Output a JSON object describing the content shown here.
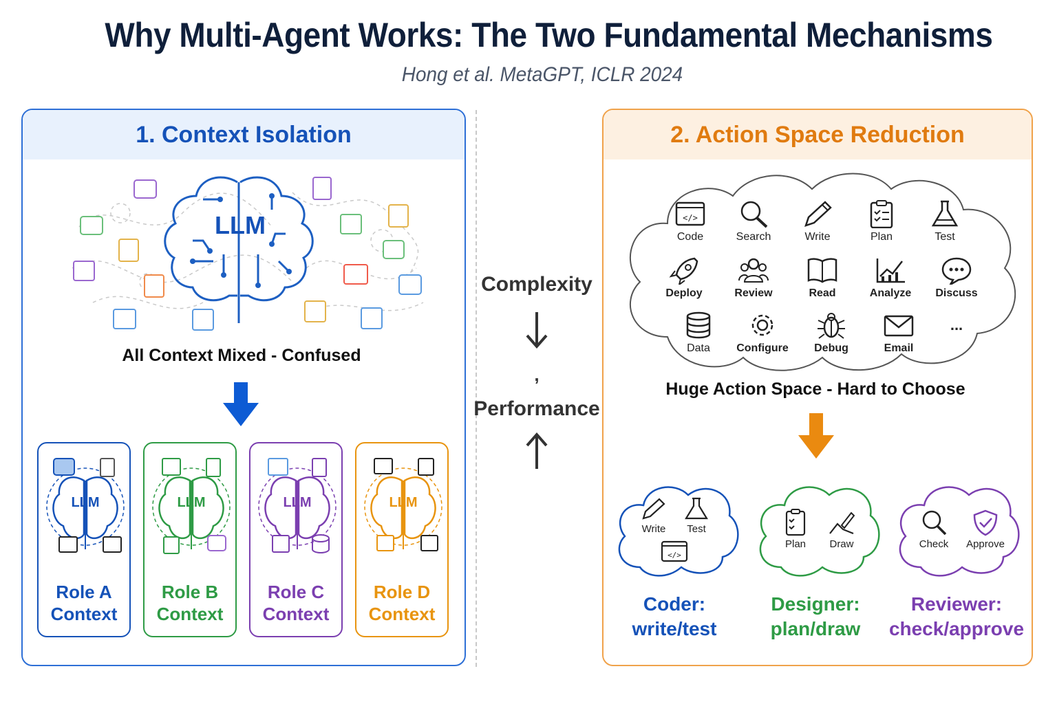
{
  "title": "Why Multi-Agent Works: The Two Fundamental Mechanisms",
  "subtitle": "Hong et al. MetaGPT, ICLR 2024",
  "left_panel": {
    "heading": "1. Context Isolation",
    "brain_label": "LLM",
    "caption": "All Context Mixed - Confused",
    "roles": [
      {
        "name": "Role A",
        "line2": "Context",
        "llm": "LLM",
        "color": "#1552b8"
      },
      {
        "name": "Role B",
        "line2": "Context",
        "llm": "LLM",
        "color": "#2e9b45"
      },
      {
        "name": "Role C",
        "line2": "Context",
        "llm": "LLM",
        "color": "#7b3fb0"
      },
      {
        "name": "Role D",
        "line2": "Context",
        "llm": "LLM",
        "color": "#e8940f"
      }
    ]
  },
  "middle": {
    "top": "Complexity",
    "separator": ",",
    "bottom": "Performance"
  },
  "right_panel": {
    "heading": "2. Action Space Reduction",
    "actions": [
      "Code",
      "Search",
      "Write",
      "Plan",
      "Test",
      "Deploy",
      "Review",
      "Read",
      "Analyze",
      "Discuss",
      "Data",
      "Configure",
      "Debug",
      "Email",
      "..."
    ],
    "caption": "Huge Action Space - Hard to Choose",
    "coder_items": [
      "Write",
      "Test"
    ],
    "designer_items": [
      "Plan",
      "Draw"
    ],
    "reviewer_items": [
      "Check",
      "Approve"
    ],
    "coder_caption": [
      "Coder:",
      "write/test"
    ],
    "designer_caption": [
      "Designer:",
      "plan/draw"
    ],
    "reviewer_caption": [
      "Reviewer:",
      "check/approve"
    ]
  },
  "colors": {
    "blue": "#1552b8",
    "green": "#2e9b45",
    "purple": "#7b3fb0",
    "orange": "#e8940f"
  }
}
